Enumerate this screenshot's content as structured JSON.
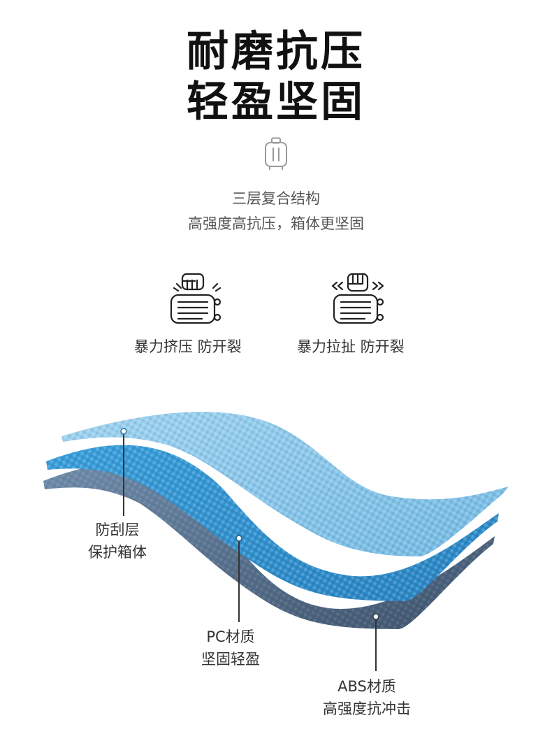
{
  "header": {
    "line1": "耐磨抗压",
    "line2": "轻盈坚固"
  },
  "icons": {
    "top": "luggage-icon",
    "feature1": "fist-press-luggage-icon",
    "feature2": "fist-pull-luggage-icon"
  },
  "intro": {
    "line1": "三层复合结构",
    "line2": "高强度高抗压，箱体更坚固"
  },
  "features": [
    {
      "label": "暴力挤压 防开裂"
    },
    {
      "label": "暴力拉扯 防开裂"
    }
  ],
  "layers": [
    {
      "title": "防刮层",
      "desc": "保护箱体",
      "color": "#7fc0e6"
    },
    {
      "title": "PC材质",
      "desc": "坚固轻盈",
      "color": "#3b9bd4"
    },
    {
      "title": "ABS材质",
      "desc": "高强度抗冲击",
      "color": "#546a85"
    }
  ],
  "colors": {
    "headline": "#111111",
    "text": "#333333",
    "icon_stroke": "#222222"
  }
}
